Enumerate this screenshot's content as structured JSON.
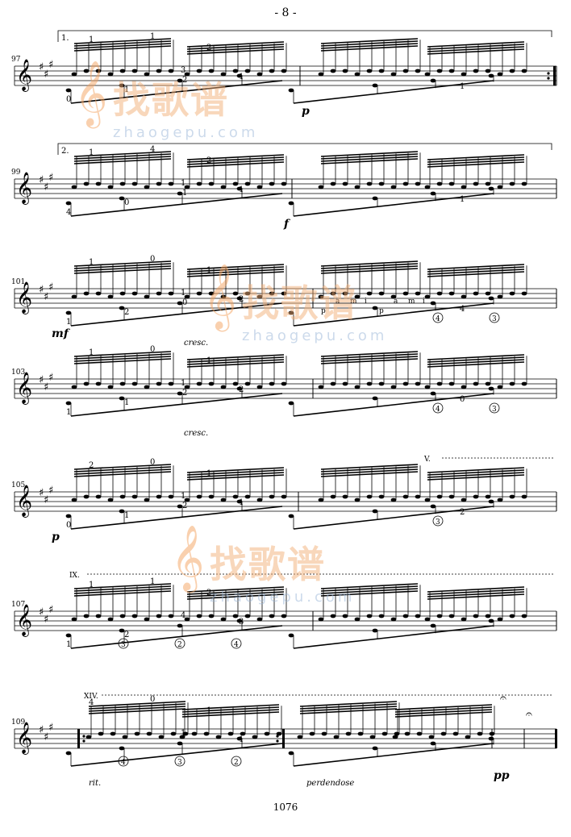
{
  "page": {
    "header": "- 8 -",
    "footer": "1076"
  },
  "watermark": {
    "logo": "找歌谱",
    "site": "zhaogepu.com"
  },
  "systems": [
    {
      "measure": "97",
      "volta": "1.",
      "marks": [
        {
          "t": "1",
          "k": "fing"
        },
        {
          "t": "1",
          "k": "fing"
        },
        {
          "t": "2",
          "k": "fing"
        },
        {
          "t": "3",
          "k": "fing"
        },
        {
          "t": "1",
          "k": "fing"
        },
        {
          "t": "0",
          "k": "fing"
        },
        {
          "t": "1",
          "k": "fing"
        },
        {
          "t": "2",
          "k": "fing"
        },
        {
          "t": "1",
          "k": "fing"
        },
        {
          "t": "1",
          "k": "fing"
        },
        {
          "t": "p",
          "k": "dyn"
        }
      ]
    },
    {
      "measure": "99",
      "volta": "2.",
      "marks": [
        {
          "t": "1",
          "k": "fing"
        },
        {
          "t": "4",
          "k": "fing"
        },
        {
          "t": "2",
          "k": "fing"
        },
        {
          "t": "1",
          "k": "fing"
        },
        {
          "t": "1",
          "k": "fing"
        },
        {
          "t": "4",
          "k": "fing"
        },
        {
          "t": "0",
          "k": "fing"
        },
        {
          "t": "1",
          "k": "fing"
        },
        {
          "t": "1",
          "k": "fing"
        },
        {
          "t": "1",
          "k": "fing"
        },
        {
          "t": "f",
          "k": "dyn"
        }
      ]
    },
    {
      "measure": "101",
      "marks": [
        {
          "t": "1",
          "k": "fing"
        },
        {
          "t": "0",
          "k": "fing"
        },
        {
          "t": "1",
          "k": "fing"
        },
        {
          "t": "1",
          "k": "fing"
        },
        {
          "t": "2",
          "k": "fing"
        },
        {
          "t": "mf",
          "k": "dyn"
        },
        {
          "t": "cresc.",
          "k": "exp"
        },
        {
          "t": "1",
          "k": "fing"
        },
        {
          "t": "2",
          "k": "fing"
        },
        {
          "t": "0",
          "k": "fing"
        },
        {
          "t": "p",
          "k": "rh"
        },
        {
          "t": "a",
          "k": "rh"
        },
        {
          "t": "m",
          "k": "rh"
        },
        {
          "t": "i",
          "k": "rh"
        },
        {
          "t": "p",
          "k": "rh"
        },
        {
          "t": "a",
          "k": "rh"
        },
        {
          "t": "m",
          "k": "rh"
        },
        {
          "t": "i",
          "k": "rh"
        },
        {
          "t": "4",
          "k": "fing"
        },
        {
          "t": "2",
          "k": "fing"
        },
        {
          "t": "4",
          "k": "str"
        },
        {
          "t": "3",
          "k": "str"
        }
      ]
    },
    {
      "measure": "103",
      "marks": [
        {
          "t": "1",
          "k": "fing"
        },
        {
          "t": "0",
          "k": "fing"
        },
        {
          "t": "1",
          "k": "fing"
        },
        {
          "t": "1",
          "k": "fing"
        },
        {
          "t": "2",
          "k": "fing"
        },
        {
          "t": "cresc.",
          "k": "exp"
        },
        {
          "t": "1",
          "k": "fing"
        },
        {
          "t": "1",
          "k": "fing"
        },
        {
          "t": "2",
          "k": "fing"
        },
        {
          "t": "0",
          "k": "fing"
        },
        {
          "t": "4",
          "k": "fing"
        },
        {
          "t": "2",
          "k": "fing"
        },
        {
          "t": "4",
          "k": "str"
        },
        {
          "t": "3",
          "k": "str"
        }
      ]
    },
    {
      "measure": "105",
      "position": "V.",
      "marks": [
        {
          "t": "2",
          "k": "fing"
        },
        {
          "t": "0",
          "k": "fing"
        },
        {
          "t": "1",
          "k": "fing"
        },
        {
          "t": "1",
          "k": "fing"
        },
        {
          "t": "1",
          "k": "fing"
        },
        {
          "t": "p",
          "k": "dyn"
        },
        {
          "t": "0",
          "k": "fing"
        },
        {
          "t": "1",
          "k": "fing"
        },
        {
          "t": "2",
          "k": "fing"
        },
        {
          "t": "2",
          "k": "fing"
        },
        {
          "t": "1",
          "k": "fing"
        },
        {
          "t": "3",
          "k": "str"
        }
      ]
    },
    {
      "measure": "107",
      "position": "IX.",
      "marks": [
        {
          "t": "1",
          "k": "fing"
        },
        {
          "t": "1",
          "k": "fing"
        },
        {
          "t": "2",
          "k": "fing"
        },
        {
          "t": "3",
          "k": "str"
        },
        {
          "t": "2",
          "k": "str"
        },
        {
          "t": "4",
          "k": "fing"
        },
        {
          "t": "3",
          "k": "fing"
        },
        {
          "t": "1",
          "k": "fing"
        },
        {
          "t": "2",
          "k": "fing"
        },
        {
          "t": "4",
          "k": "str"
        }
      ]
    },
    {
      "measure": "109",
      "position": "XIV.",
      "marks": [
        {
          "t": "4",
          "k": "fing"
        },
        {
          "t": "0",
          "k": "fing"
        },
        {
          "t": "1",
          "k": "fing"
        },
        {
          "t": "1",
          "k": "fing"
        },
        {
          "t": "1",
          "k": "fing"
        },
        {
          "t": "4",
          "k": "str"
        },
        {
          "t": "3",
          "k": "str"
        },
        {
          "t": "2",
          "k": "str"
        },
        {
          "t": "rit.",
          "k": "exp"
        },
        {
          "t": "perdendose",
          "k": "exp"
        },
        {
          "t": "pp",
          "k": "dyn"
        }
      ]
    }
  ]
}
